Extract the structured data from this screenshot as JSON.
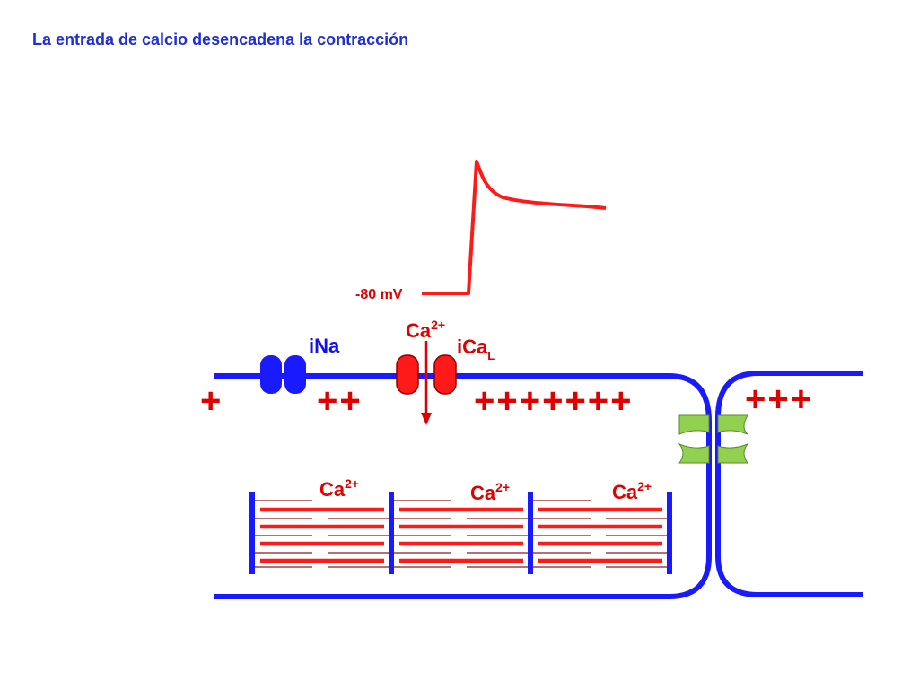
{
  "title": "La entrada de calcio desencadena la contracción",
  "action_potential": {
    "resting_label": "-80 mV"
  },
  "channels": {
    "sodium": "iNa",
    "calcium_ion": "Ca",
    "calcium_charge": "2+",
    "calcium_current": "iCa",
    "calcium_current_sub": "L"
  },
  "charges": [
    "+",
    "++",
    "+++++++",
    "+++"
  ],
  "sarcomere_ions": [
    {
      "ion": "Ca",
      "charge": "2+"
    },
    {
      "ion": "Ca",
      "charge": "2+"
    },
    {
      "ion": "Ca",
      "charge": "2+"
    }
  ],
  "colors": {
    "title": "#1f2fd6",
    "membrane": "#1a1aff",
    "red": "#ff1a1a",
    "label_red": "#e00000",
    "label_blue": "#1010ee",
    "gap_junction": "#92d050",
    "thin_line": "#8b1a1a"
  }
}
